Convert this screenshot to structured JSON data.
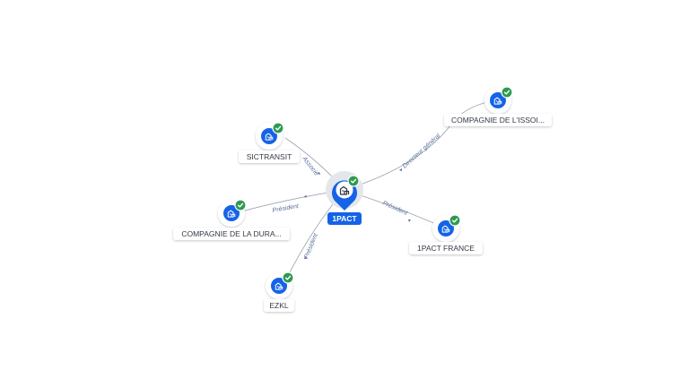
{
  "colors": {
    "accent": "#1563e6",
    "badge": "#2f9a4f",
    "edge": "#9aa3ae",
    "edge_label": "#5a6f99"
  },
  "center": {
    "label": "1PACT",
    "icon": "building-icon",
    "badge_icon": "check-icon"
  },
  "nodes": [
    {
      "id": "sictransit",
      "label": "SICTRANSIT",
      "icon": "building-icon",
      "badge_icon": "check-icon"
    },
    {
      "id": "duravel",
      "label": "COMPAGNIE DE LA DURA...",
      "icon": "building-icon",
      "badge_icon": "check-icon"
    },
    {
      "id": "ezkl",
      "label": "EZKL",
      "icon": "building-icon",
      "badge_icon": "check-icon"
    },
    {
      "id": "lissoire",
      "label": "COMPAGNIE DE L'ISSOI...",
      "icon": "building-icon",
      "badge_icon": "check-icon"
    },
    {
      "id": "pactfrance",
      "label": "1PACT FRANCE",
      "icon": "building-icon",
      "badge_icon": "check-icon"
    }
  ],
  "edges": [
    {
      "to": "sictransit",
      "label": "Associé"
    },
    {
      "to": "duravel",
      "label": "Président"
    },
    {
      "to": "ezkl",
      "label": "Président"
    },
    {
      "to": "lissoire",
      "label": "Directeur général"
    },
    {
      "to": "pactfrance",
      "label": "Président"
    }
  ]
}
